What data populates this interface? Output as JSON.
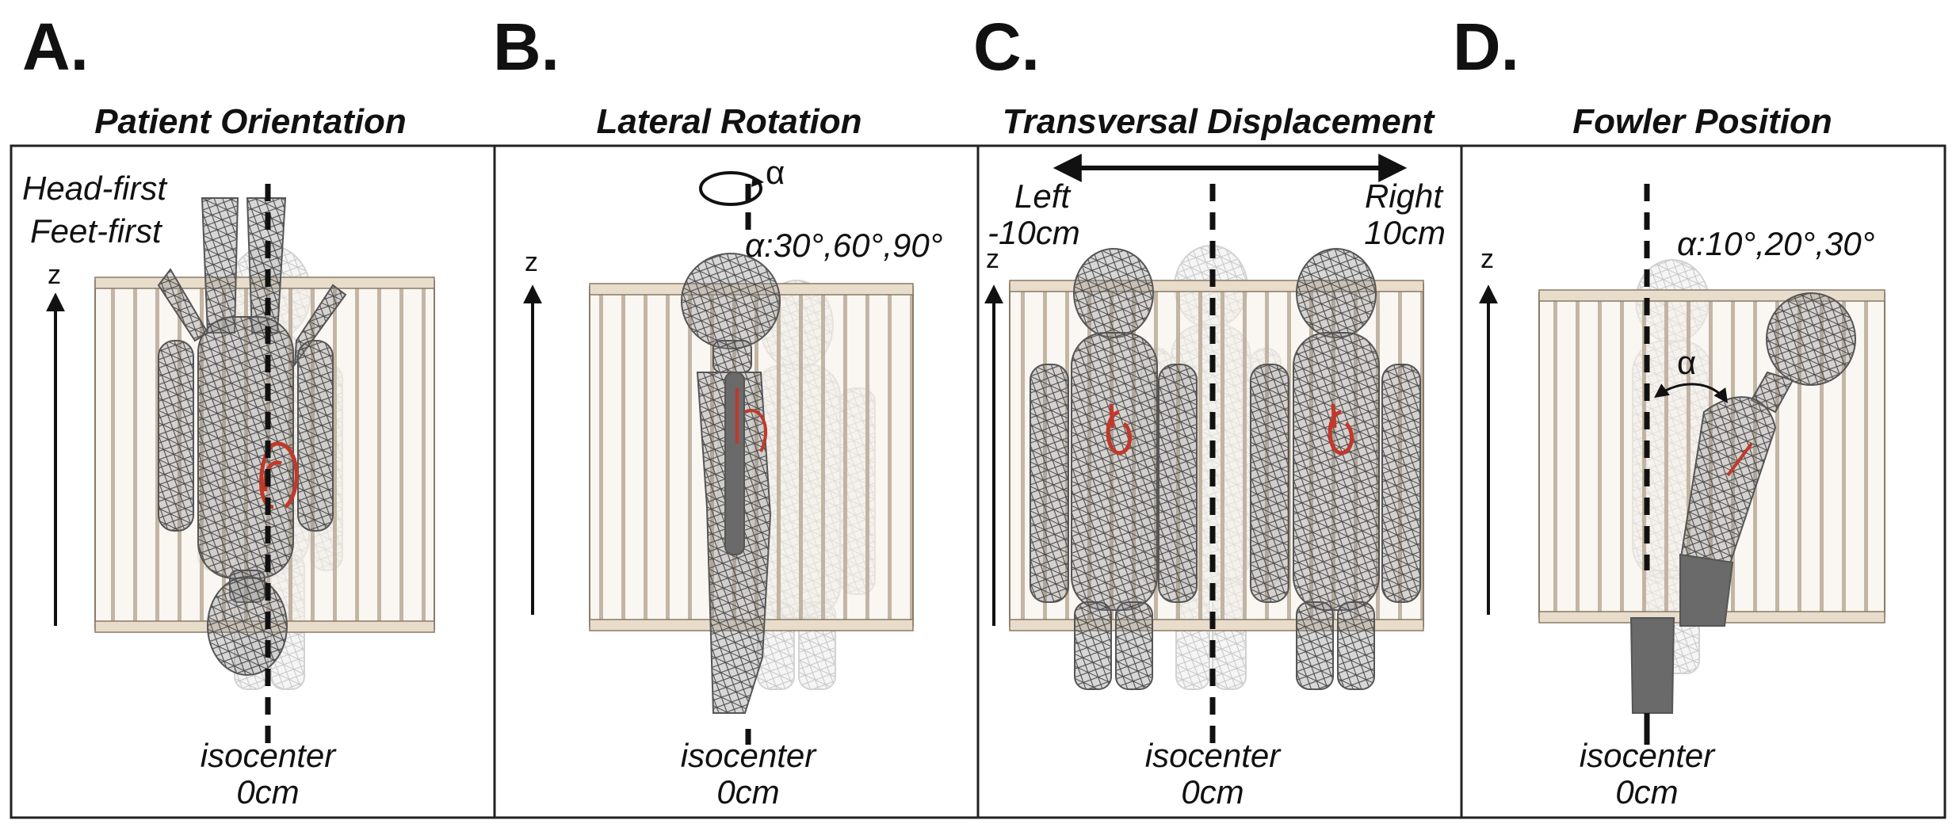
{
  "panels": [
    {
      "letter": "A.",
      "title": "Patient Orientation"
    },
    {
      "letter": "B.",
      "title": "Lateral Rotation"
    },
    {
      "letter": "C.",
      "title": "Transversal Displacement"
    },
    {
      "letter": "D.",
      "title": "Fowler Position"
    }
  ],
  "labels": {
    "head_first": "Head-first",
    "feet_first": "Feet-first",
    "z_axis": "z",
    "isocenter": "isocenter",
    "zero_cm": "0cm",
    "alpha": "α",
    "rotation_angles": "α:30°,60°,90°",
    "fowler_angles": "α:10°,20°,30°",
    "left": "Left",
    "left_value": "-10cm",
    "right": "Right",
    "right_value": "10cm"
  },
  "colors": {
    "frame": "#222222",
    "coil_fill": "#f3ece2",
    "coil_stroke": "#8a7a66",
    "mesh": "#6e6e6e",
    "mesh_ghost": "#c8c8c8",
    "heart": "#c0392b"
  }
}
